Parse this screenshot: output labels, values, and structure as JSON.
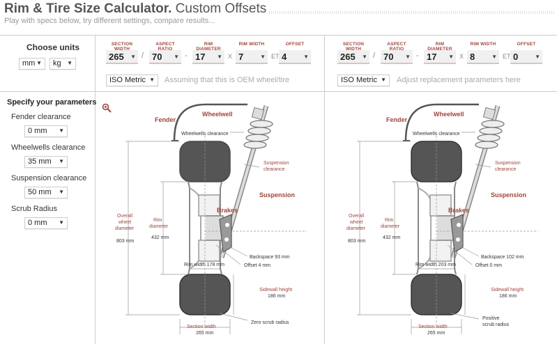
{
  "header": {
    "title_bold": "Rim & Tire Size Calculator.",
    "title_rest": " Custom Offsets",
    "subtitle": "Play with specs below, try different settings, compare results..."
  },
  "units": {
    "label": "Choose units",
    "length": "mm",
    "weight": "kg"
  },
  "spec_labels": {
    "section_width": "SECTION WIDTH",
    "aspect_ratio": "ASPECT RATIO",
    "rim_diameter": "RIM DIAMETER",
    "rim_width": "RIM WIDTH",
    "offset": "OFFSET"
  },
  "separators": {
    "slash": "/",
    "dash": "-",
    "x": "X",
    "et": "ET"
  },
  "oem": {
    "section_width": "265",
    "aspect_ratio": "70",
    "rim_diameter": "17",
    "rim_width": "7",
    "offset": "4",
    "standard": "ISO Metric",
    "note": "Assuming that this is OEM wheel/tire"
  },
  "replacement": {
    "section_width": "265",
    "aspect_ratio": "70",
    "rim_diameter": "17",
    "rim_width": "8",
    "offset": "0",
    "standard": "ISO Metric",
    "note": "Adjust replacement parameters here"
  },
  "params": {
    "title": "Specify your parameters",
    "items": [
      {
        "label": "Fender clearance",
        "value": "0 mm"
      },
      {
        "label": "Wheelwells clearance",
        "value": "35 mm"
      },
      {
        "label": "Suspension clearance",
        "value": "50 mm"
      },
      {
        "label": "Scrub Radius",
        "value": "0 mm"
      }
    ]
  },
  "diagram_labels": {
    "fender": "Fender",
    "wheelwell": "Wheelwell",
    "wheelwells_clearance": "Wheelwells clearance",
    "suspension_clearance_1": "Suspension",
    "suspension_clearance_2": "clearance",
    "suspension": "Suspension",
    "brakes": "Brakes",
    "overall_1": "Overall",
    "overall_2": "wheel",
    "overall_3": "diameter",
    "rim_1": "Rim",
    "rim_2": "diameter",
    "sidewall_1": "Sidewall height",
    "section_width": "Section width"
  },
  "oem_diagram": {
    "overall_value": "803 mm",
    "rim_value": "432 mm",
    "backspace": "Backspace 93 mm",
    "offset": "Offset 4 mm",
    "rim_width": "Rim width 178 mm",
    "sidewall_value": "186 mm",
    "section_value": "265 mm",
    "scrub_1": "Zero scrub radius",
    "scrub_2": ""
  },
  "rep_diagram": {
    "overall_value": "803 mm",
    "rim_value": "432 mm",
    "backspace": "Backspace 102 mm",
    "offset": "Offset 0 mm",
    "rim_width": "Rim width 203 mm",
    "sidewall_value": "186 mm",
    "section_value": "265 mm",
    "scrub_1": "Positive",
    "scrub_2": "scrub radius"
  },
  "colors": {
    "accent": "#a0443c",
    "tire": "#555555",
    "line": "#999999"
  }
}
